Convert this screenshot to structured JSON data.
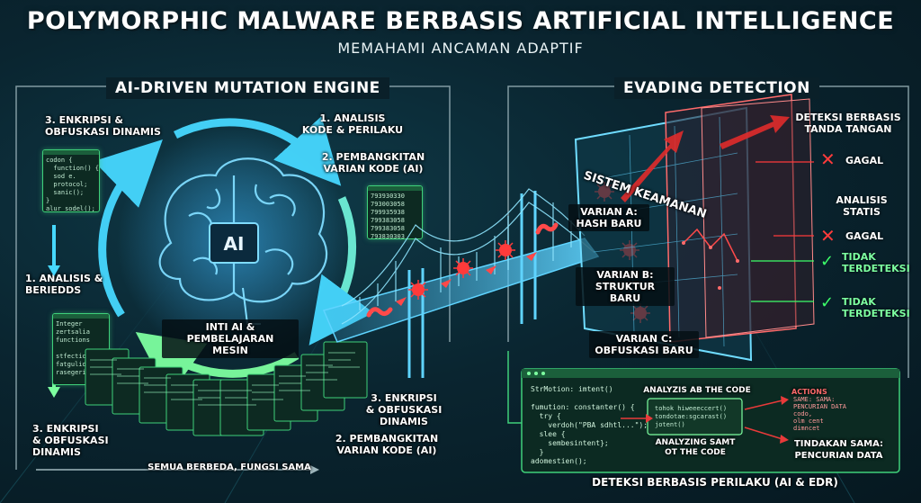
{
  "title": "POLYMORPHIC MALWARE BERBASIS ARTIFICIAL INTELLIGENCE",
  "subtitle": "MEMAHAMI ANCAMAN ADAPTIF",
  "left_panel": {
    "title": "AI-DRIVEN MUTATION ENGINE",
    "brain_label": "AI",
    "core_label": "INTI AI &\nPEMBELAJARAN MESIN",
    "cycle_steps": [
      "1. ANALISIS\nKODE & PERILAKU",
      "2. PEMBANGKITAN\nVARIAN KODE (AI)",
      "3. ENKRIPSI &\nOBFUSKASI DINAMIS"
    ],
    "side_steps": [
      "1. ANALISIS &\nBERIEDDS",
      "3. ENKRIPSI\n& OBFUSKASI\nDINAMIS"
    ],
    "bottom_steps": [
      "3. ENKRIPSI\n& OBFUSKASI\nDINAMIS",
      "2. PEMBANGKITAN\nVARIAN KODE (AI)"
    ],
    "footer": "SEMUA BERBEDA, FUNGSI SAMA",
    "code_samples": {
      "card_a": "codon {\n  function() {\n  sod e.\n  protocol;\n  sanic();\n}\nalur sodel();",
      "card_b": "793930330\n793003058\n799935938\n799383058\n799383058\n793830303",
      "card_c": "Integer\nzertsalia\nfunctions\n\nstfection;\nfatgulidrs;\nrasegeriss;"
    }
  },
  "right_panel": {
    "title": "EVADING DETECTION",
    "screen_label": "SISTEM KEAMANAN",
    "variants": [
      "VARIAN A:\nHASH BARU",
      "VARIAN B:\nSTRUKTUR BARU",
      "VARIAN C:\nOBFUSKASI BARU"
    ],
    "checks": [
      {
        "name": "DETEKSI BERBASIS\nTANDA TANGAN",
        "result": "GAGAL",
        "status": "fail"
      },
      {
        "name": "ANALISIS\nSTATIS",
        "result": "GAGAL",
        "status": "fail"
      },
      {
        "name": "",
        "result": "TIDAK\nTERDETEKSI",
        "status": "pass"
      },
      {
        "name": "",
        "result": "TIDAK\nTERDETEKSI",
        "status": "pass"
      }
    ],
    "behavior_box": {
      "title": "DETEKSI BERBASIS PERILAKU (AI & EDR)",
      "analysis_header": "ANALYZIS AB THE CODE",
      "analysis_caption": "ANALYZING SAMT\nOT THE CODE",
      "code": "StrMotion: imtent()\n\nfumution: constanter() {\n  try {\n    verdoh(\"PBA sdhtl...\");\n  slee {\n    sembesintent};\n  }\nadomestien();",
      "inner_code": "tohok hiweeeccert()\ntondotae:sgcarast()\njotent()",
      "actions_header": "ACTIONS",
      "actions_text": "SAME: SAMA:\nPENCURIAN DATA\ncodo,\nolm cent\ndimncet",
      "actions_summary": "TINDAKAN SAMA:\nPENCURIAN DATA"
    }
  },
  "colors": {
    "cycle": "#46d8ff",
    "code_green": "#3fd07a",
    "alert_red": "#ff3b3b",
    "pass_green": "#3dff6a",
    "bridge": "#5fd4ff"
  }
}
